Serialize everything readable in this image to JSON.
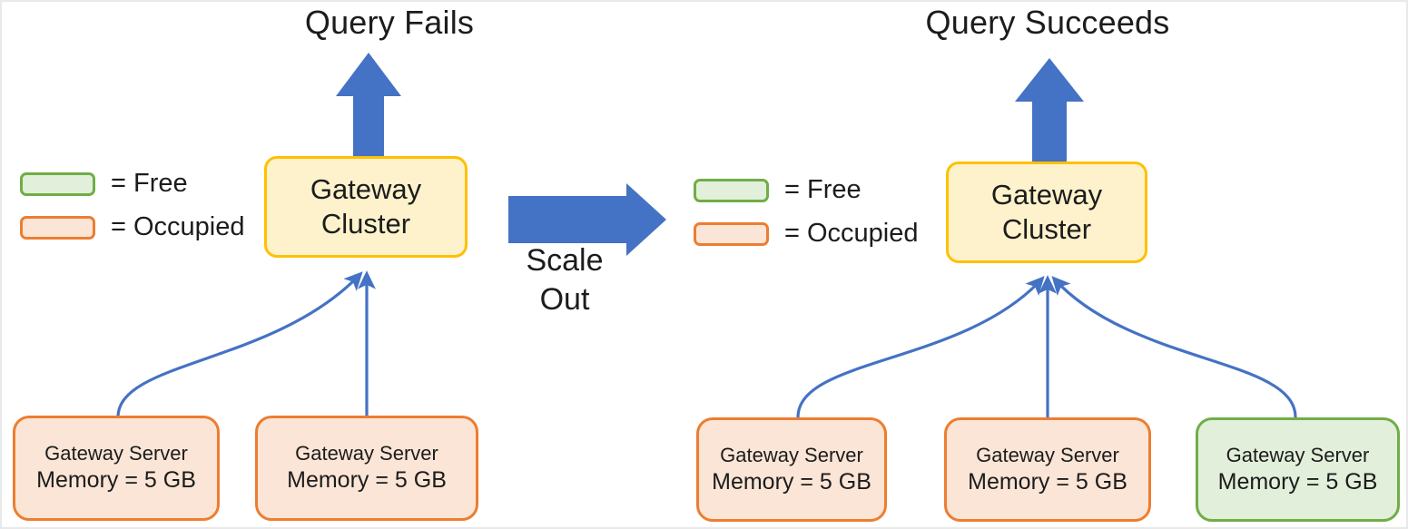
{
  "diagram": {
    "title_left": "Query Fails",
    "title_right": "Query Succeeds",
    "transition": {
      "line1": "Scale",
      "line2": "Out",
      "arrow": "right-block-arrow"
    },
    "colors": {
      "free_fill": "#e2efda",
      "free_border": "#70ad47",
      "occupied_fill": "#fbe5d6",
      "occupied_border": "#ed7d31",
      "cluster_fill": "#fdf2cc",
      "cluster_border": "#ffc000",
      "arrow_blue": "#4472c4",
      "connector_blue": "#4472c4",
      "frame": "#e9e9e9"
    }
  },
  "legend_left": {
    "rows": [
      {
        "state": "free",
        "label": "= Free"
      },
      {
        "state": "occupied",
        "label": "= Occupied"
      }
    ]
  },
  "legend_right": {
    "rows": [
      {
        "state": "free",
        "label": "= Free"
      },
      {
        "state": "occupied",
        "label": "= Occupied"
      }
    ]
  },
  "left_panel": {
    "cluster": {
      "line1": "Gateway",
      "line2": "Cluster"
    },
    "servers": [
      {
        "line1": "Gateway Server",
        "line2": "Memory = 5 GB",
        "state": "occupied"
      },
      {
        "line1": "Gateway Server",
        "line2": "Memory = 5 GB",
        "state": "occupied"
      }
    ]
  },
  "right_panel": {
    "cluster": {
      "line1": "Gateway",
      "line2": "Cluster"
    },
    "servers": [
      {
        "line1": "Gateway Server",
        "line2": "Memory = 5 GB",
        "state": "occupied"
      },
      {
        "line1": "Gateway Server",
        "line2": "Memory = 5 GB",
        "state": "occupied"
      },
      {
        "line1": "Gateway Server",
        "line2": "Memory = 5 GB",
        "state": "free"
      }
    ]
  }
}
